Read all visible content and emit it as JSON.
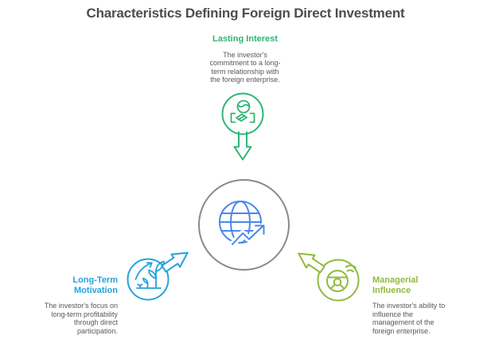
{
  "title": "Characteristics Defining Foreign Direct Investment",
  "colors": {
    "title_text": "#4d4d4d",
    "body_text": "#56575b",
    "lasting_interest_green": "#2eb573",
    "motivation_blue": "#24a3dc",
    "influence_olive": "#90ba3c",
    "globe_blue": "#4b86ec",
    "center_circle_gray": "#8a8a8a",
    "background": "#ffffff"
  },
  "center": {
    "icon": "globe-trend-icon"
  },
  "nodes": {
    "top": {
      "heading": "Lasting Interest",
      "body": "The investor's\ncommitment to a long-\nterm relationship with\nthe foreign enterprise.",
      "icon": "handshake-globe-icon",
      "connector": "arrow-down"
    },
    "left": {
      "heading": "Long-Term\nMotivation",
      "body": "The investor's focus on\nlong-term profitability\nthrough direct\nparticipation.",
      "icon": "plant-growth-icon",
      "connector": "arrow-up-right"
    },
    "right": {
      "heading": "Managerial\nInfluence",
      "body": "The investor's ability to\ninfluence the\nmanagement of the\nforeign enterprise.",
      "icon": "steering-wheel-icon",
      "connector": "arrow-up-left"
    }
  }
}
